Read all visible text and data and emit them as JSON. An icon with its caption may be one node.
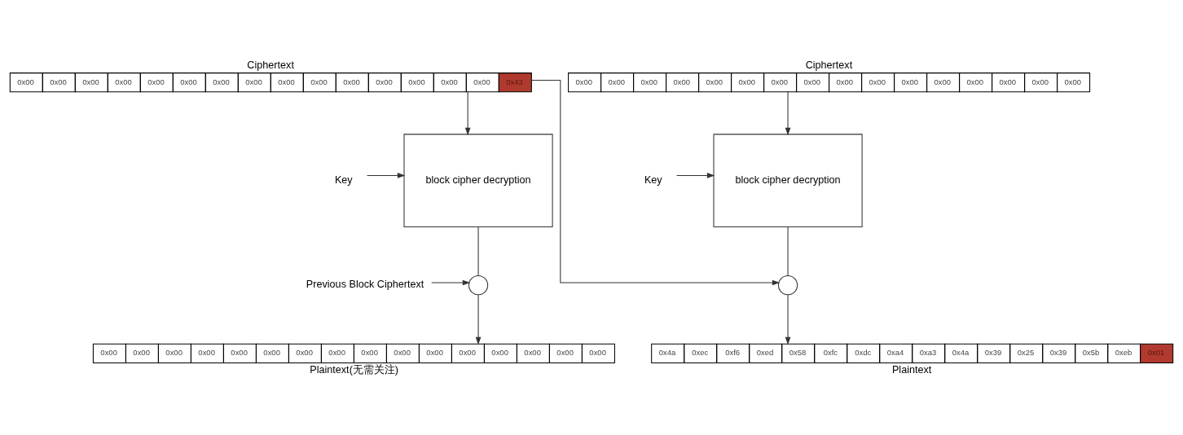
{
  "diagram": {
    "nodes": [
      {
        "text": [
          "0x00",
          "0x00",
          "0x00",
          "0x00",
          "0x00",
          "0x00",
          "0x00",
          "0x00",
          "0x00",
          "0x00",
          "0x00",
          "0x00",
          "0x00",
          "0x00",
          "0x00",
          "0x43"
        ],
        "beside": [
          "Ciphertext"
        ]
      },
      {
        "text": [
          "0x00",
          "0x00",
          "0x00",
          "0x00",
          "0x00",
          "0x00",
          "0x00",
          "0x00",
          "0x00",
          "0x00",
          "0x00",
          "0x00",
          "0x00",
          "0x00",
          "0x00",
          "0x00"
        ],
        "beside": [
          "Ciphertext"
        ]
      },
      {
        "text": [
          "Key"
        ]
      },
      {
        "text": [
          "block cipher decryption"
        ]
      },
      {
        "text": [
          "Key"
        ]
      },
      {
        "text": [
          "block cipher decryption"
        ]
      },
      {
        "text": [
          "Previous Block Ciphertext"
        ]
      },
      {
        "text": [],
        "shape": "circle"
      },
      {
        "text": [],
        "shape": "circle"
      },
      {
        "text": [
          "0x00",
          "0x00",
          "0x00",
          "0x00",
          "0x00",
          "0x00",
          "0x00",
          "0x00",
          "0x00",
          "0x00",
          "0x00",
          "0x00",
          "0x00",
          "0x00",
          "0x00",
          "0x00"
        ],
        "beside": [
          "Plaintext(无需关注)"
        ]
      },
      {
        "text": [
          "0x4a",
          "0xec",
          "0xf6",
          "0xed",
          "0x58",
          "0xfc",
          "0xdc",
          "0xa4",
          "0xa3",
          "0x4a",
          "0x39",
          "0x25",
          "0x39",
          "0x5b",
          "0xeb",
          "0x01"
        ],
        "beside": [
          "Plaintext"
        ]
      }
    ],
    "edges": [
      {
        "from": 0,
        "to": 3,
        "arrow": "to"
      },
      {
        "from": 0,
        "to": 8,
        "arrow": "to"
      },
      {
        "from": 2,
        "to": 3,
        "arrow": "to"
      },
      {
        "from": 3,
        "to": 7,
        "arrow": "none"
      },
      {
        "from": 6,
        "to": 7,
        "arrow": "to"
      },
      {
        "from": 7,
        "to": 9,
        "arrow": "to"
      },
      {
        "from": 1,
        "to": 5,
        "arrow": "to"
      },
      {
        "from": 4,
        "to": 5,
        "arrow": "to"
      },
      {
        "from": 5,
        "to": 8,
        "arrow": "none"
      },
      {
        "from": 8,
        "to": 10,
        "arrow": "to"
      }
    ]
  }
}
